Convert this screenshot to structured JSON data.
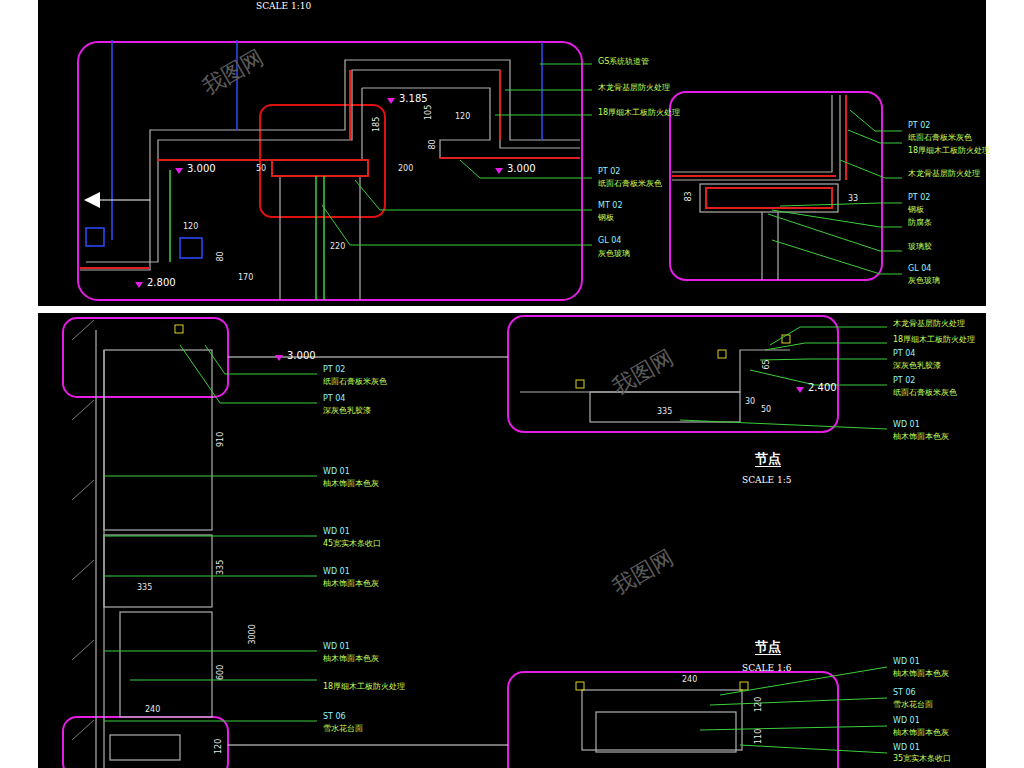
{
  "diagram": {
    "labels": [
      "SCALE 1:10",
      "3.185",
      "3.000",
      "3.000",
      "2.800",
      "120",
      "105",
      "185",
      "80",
      "50",
      "200",
      "120",
      "80",
      "170",
      "220",
      "GS系统轨道管",
      "木龙骨基层防火处理",
      "18厚细木工板防火处理",
      "PT 02",
      "纸面石膏板米灰色",
      "MT 02",
      "钢板",
      "GL 04",
      "灰色玻璃",
      "PT 02",
      "纸面石膏板米灰色",
      "18厚细木工板防火处理",
      "木龙骨基层防火处理",
      "PT 02",
      "钢板",
      "防腐条",
      "玻璃胶",
      "GL 04",
      "灰色玻璃",
      "83",
      "33",
      "3.000",
      "PT 02",
      "纸面石膏板米灰色",
      "PT 04",
      "深灰色乳胶漆",
      "910",
      "WD 01",
      "柚木饰面本色灰",
      "WD 01",
      "45宽实木条收口",
      "WD 01",
      "柚木饰面本色灰",
      "335",
      "335",
      "3000",
      "600",
      "WD 01",
      "柚木饰面本色灰",
      "18厚细木工板防火处理",
      "ST 06",
      "雪水花台面",
      "240",
      "120",
      "65",
      "335",
      "30",
      "50",
      "2.400",
      "木龙骨基层防火处理",
      "18厚细木工板防火处理",
      "PT 04",
      "深灰色乳胶漆",
      "PT 02",
      "纸面石膏板米灰色",
      "WD 01",
      "柚木饰面本色灰",
      "节点",
      "SCALE 1:5",
      "节点",
      "SCALE 1:6",
      "240",
      "120",
      "110",
      "WD 01",
      "柚木饰面本色灰",
      "ST 06",
      "雪水花台面",
      "WD 01",
      "柚木饰面本色灰",
      "WD 01",
      "35宽实木条收口",
      "我图网",
      "我图网",
      "我图网"
    ]
  }
}
